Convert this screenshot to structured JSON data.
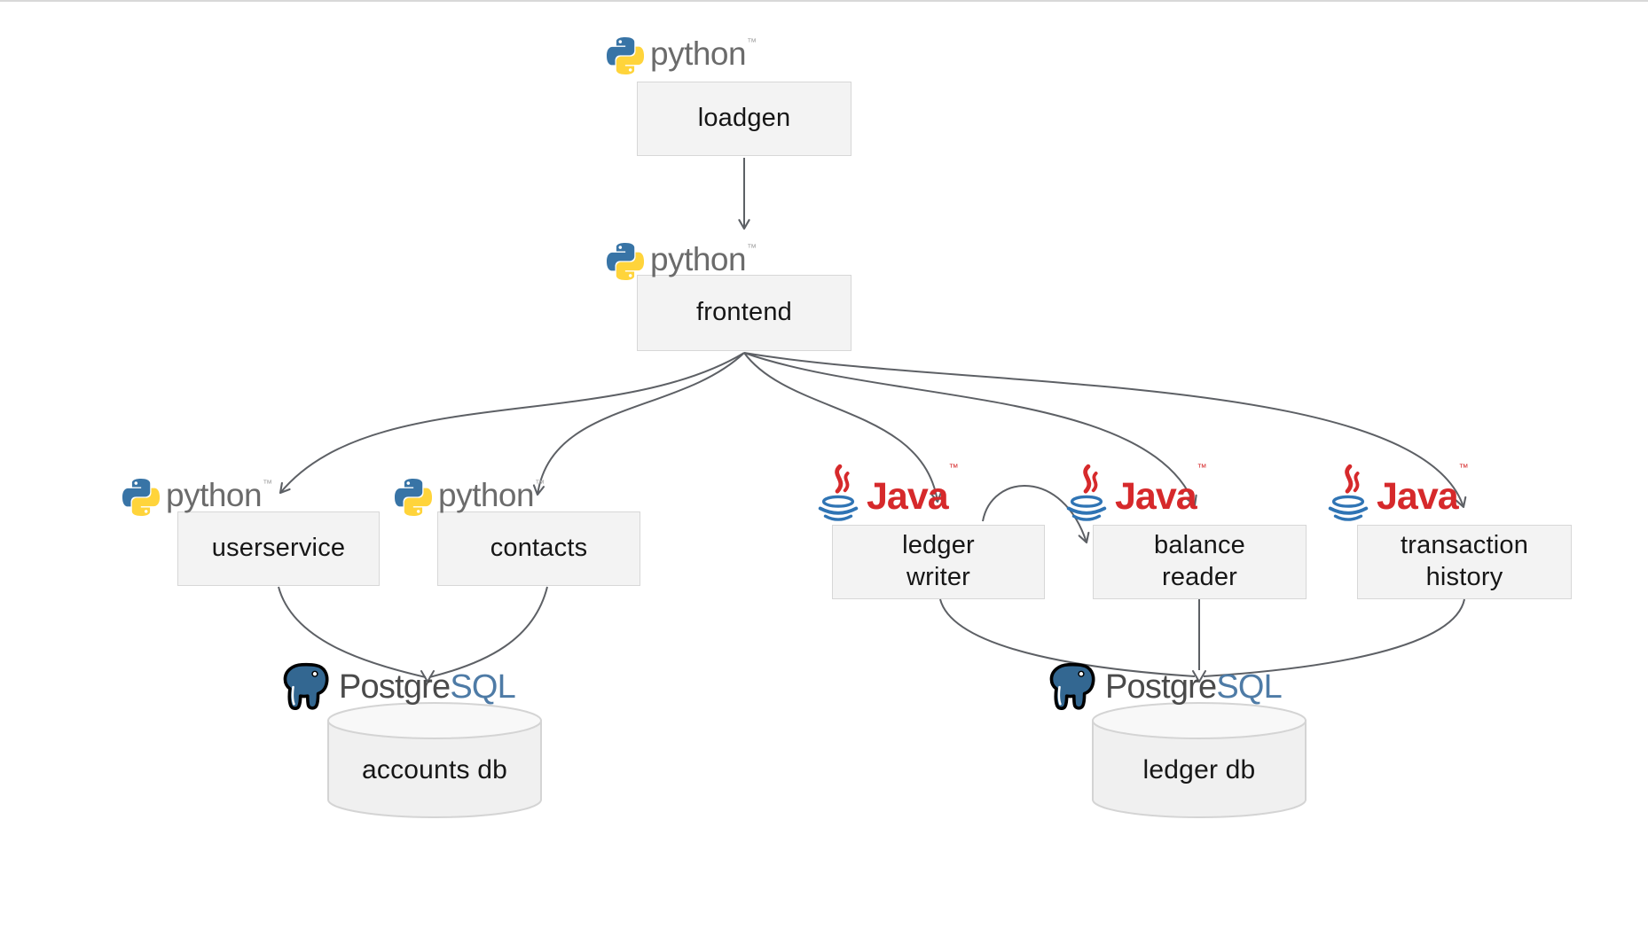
{
  "diagram_title": "",
  "nodes": {
    "loadgen": {
      "label": "loadgen",
      "runtime": "python"
    },
    "frontend": {
      "label": "frontend",
      "runtime": "python"
    },
    "userservice": {
      "label": "userservice",
      "runtime": "python"
    },
    "contacts": {
      "label": "contacts",
      "runtime": "python"
    },
    "ledger_writer": {
      "label": "ledger\nwriter",
      "runtime": "java"
    },
    "balance_reader": {
      "label": "balance\nreader",
      "runtime": "java"
    },
    "transaction_history": {
      "label": "transaction\nhistory",
      "runtime": "java"
    }
  },
  "databases": {
    "accounts": {
      "label": "accounts db",
      "engine": "postgresql"
    },
    "ledger": {
      "label": "ledger db",
      "engine": "postgresql"
    }
  },
  "logos": {
    "python": {
      "word": "python",
      "tm": "™"
    },
    "java": {
      "word": "Java",
      "tm": "™"
    },
    "postgresql": {
      "prefix": "Postgre",
      "suffix": "SQL"
    }
  },
  "edges": [
    {
      "from": "loadgen",
      "to": "frontend"
    },
    {
      "from": "frontend",
      "to": "userservice"
    },
    {
      "from": "frontend",
      "to": "contacts"
    },
    {
      "from": "frontend",
      "to": "ledger writer"
    },
    {
      "from": "frontend",
      "to": "balance reader"
    },
    {
      "from": "frontend",
      "to": "transaction history"
    },
    {
      "from": "ledger writer",
      "to": "balance reader"
    },
    {
      "from": "userservice",
      "to": "accounts db"
    },
    {
      "from": "contacts",
      "to": "accounts db"
    },
    {
      "from": "ledger writer",
      "to": "ledger db"
    },
    {
      "from": "balance reader",
      "to": "ledger db"
    },
    {
      "from": "transaction history",
      "to": "ledger db"
    }
  ],
  "colors": {
    "arrow": "#5d6065",
    "box_fill": "#f3f3f3",
    "box_border": "#d7d7d7",
    "python_blue": "#3874a6",
    "python_yellow": "#ffd43b",
    "python_word_gray": "#6b6b6b",
    "java_red": "#d6292b",
    "java_blue": "#2f74b4",
    "postgres_blue": "#336791",
    "postgres_text": "#4a4a4a",
    "postgres_sql_blue": "#4e7ba6"
  }
}
